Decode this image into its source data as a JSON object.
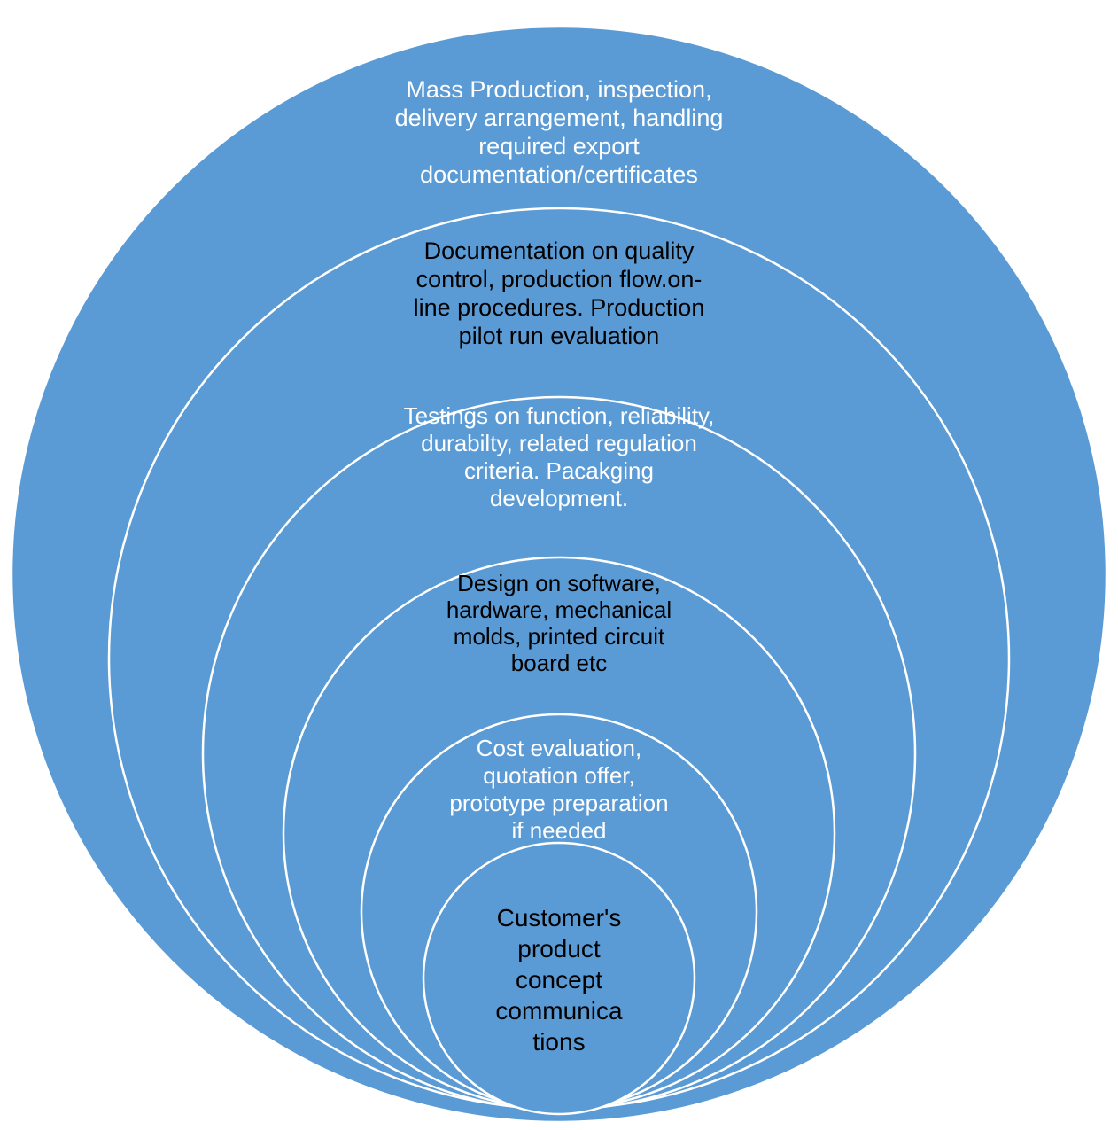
{
  "colors": {
    "fill": "#5b9bd5",
    "stroke": "#ffffff",
    "text_light": "#ffffff",
    "text_dark": "#000000"
  },
  "layers": [
    {
      "name": "mass-production",
      "text_color": "light",
      "lines": [
        "Mass Production, inspection,",
        "delivery arrangement, handling",
        "required export",
        "documentation/certificates"
      ]
    },
    {
      "name": "quality-documentation",
      "text_color": "dark",
      "lines": [
        "Documentation on quality",
        "control, production flow.on-",
        "line procedures.  Production",
        "pilot run evaluation"
      ]
    },
    {
      "name": "testing",
      "text_color": "light",
      "lines": [
        "Testings on function, reliability,",
        "durabilty,  related regulation",
        "criteria. Pacakging",
        "development."
      ]
    },
    {
      "name": "design",
      "text_color": "dark",
      "lines": [
        "Design on software,",
        "hardware, mechanical",
        "molds, printed circuit",
        "board  etc"
      ]
    },
    {
      "name": "cost-evaluation",
      "text_color": "light",
      "lines": [
        "Cost evaluation,",
        "quotation offer,",
        "prototype preparation",
        "if needed"
      ]
    },
    {
      "name": "customer-concept",
      "text_color": "dark",
      "lines": [
        "Customer's",
        "product",
        "concept",
        "communica",
        "tions"
      ]
    }
  ]
}
